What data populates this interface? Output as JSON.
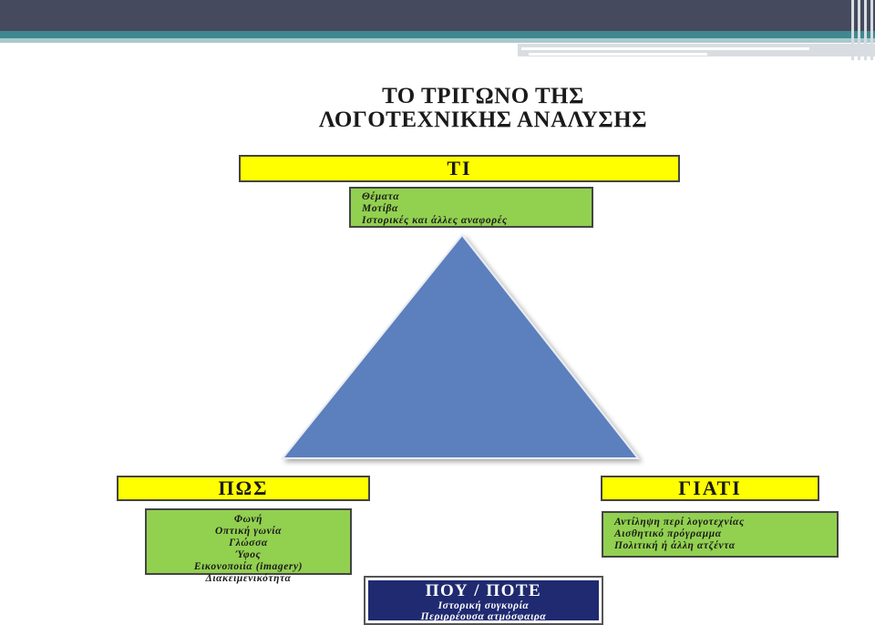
{
  "title": {
    "line1": "ΤΟ ΤΡΙΓΩΝΟ ΤΗΣ",
    "line2": "ΛΟΓΟΤΕΧΝΙΚΗΣ ΑΝΑΛΥΣΗΣ"
  },
  "ti": {
    "label": "ΤΙ",
    "items": [
      "Θέματα",
      "Μοτίβα",
      "Ιστορικές και άλλες αναφορές"
    ]
  },
  "pos": {
    "label": "ΠΩΣ",
    "items": [
      "Φωνή",
      "Οπτική γωνία",
      "Γλώσσα",
      "Ύφος",
      "Εικονοποιία (imagery)",
      "Διακειμενικότητα"
    ]
  },
  "giati": {
    "label": "ΓΙΑΤΙ",
    "items": [
      "Αντίληψη περί λογοτεχνίας",
      "Αισθητικό πρόγραμμα",
      "Πολιτική ή άλλη ατζέντα"
    ]
  },
  "pou_pote": {
    "label": "ΠΟΥ / ΠΟΤΕ",
    "items": [
      "Ιστορική συγκυρία",
      "Περιρρέουσα ατμόσφαιρα"
    ]
  },
  "colors": {
    "header_bar": "#454a5e",
    "teal_strip": "#3f8890",
    "label_yellow": "#ffff00",
    "content_green": "#92d050",
    "triangle_blue": "#5b7fbd",
    "navy": "#1f2a70"
  }
}
